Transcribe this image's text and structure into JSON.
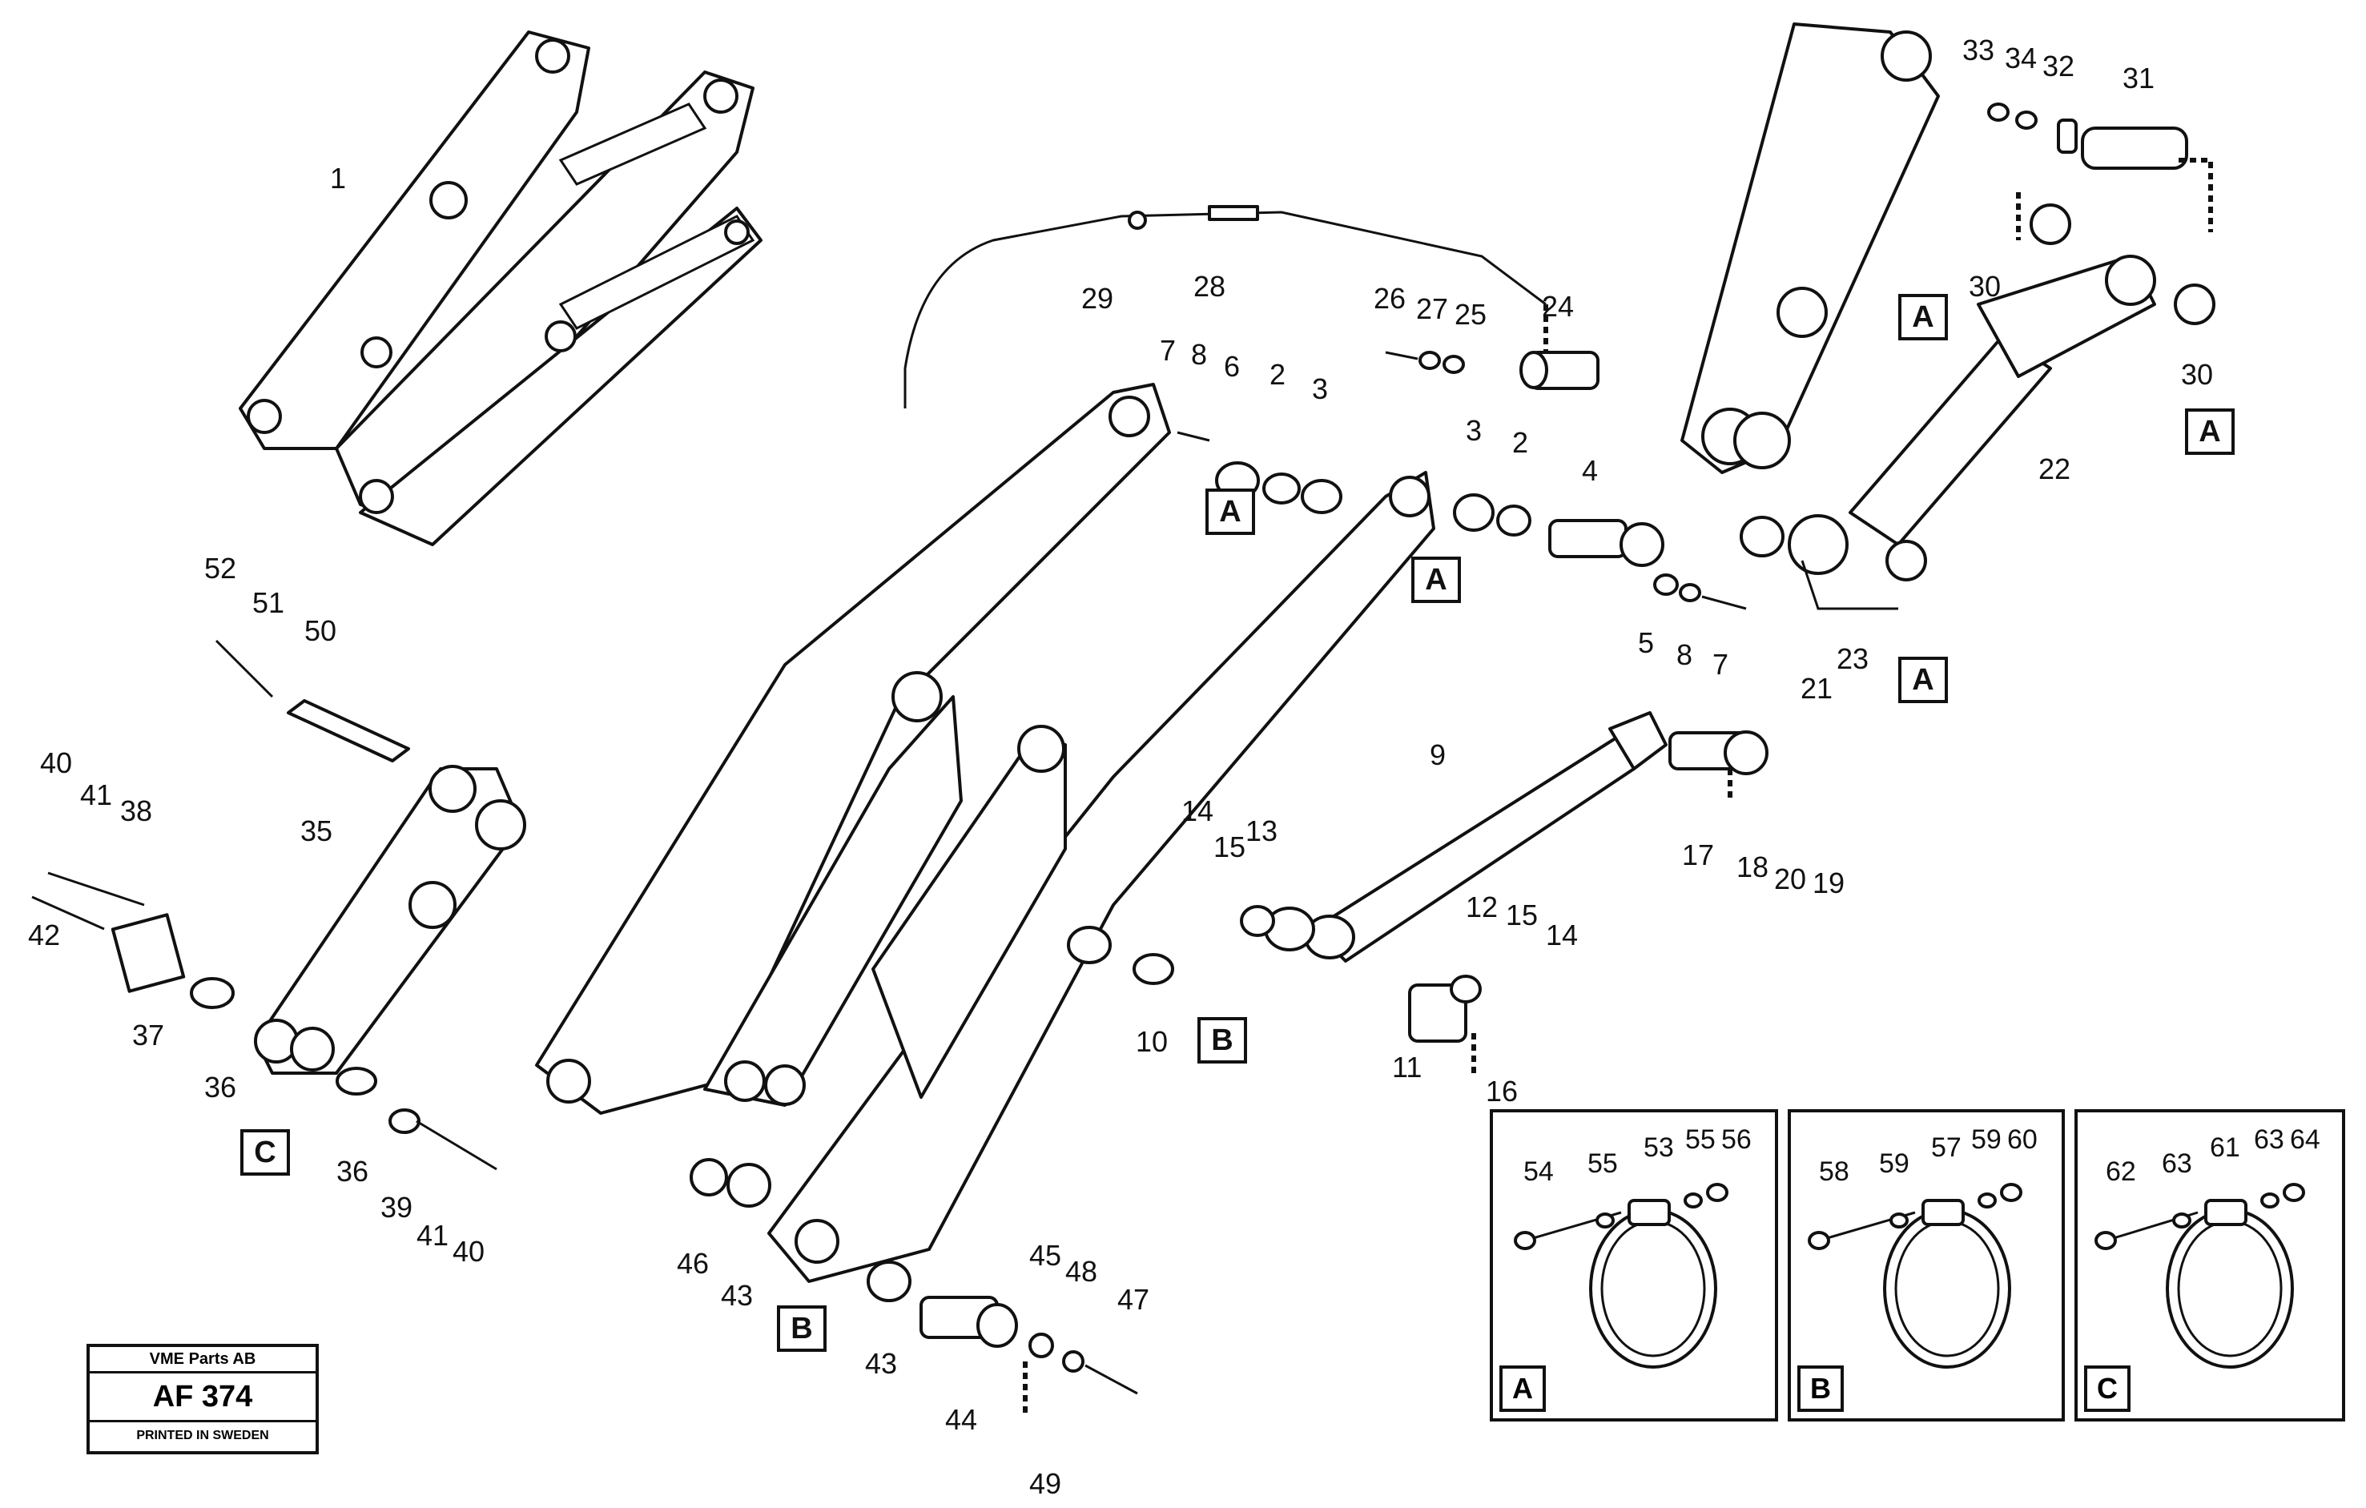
{
  "title_block": {
    "company": "VME Parts AB",
    "code": "AF 374",
    "printed": "PRINTED IN SWEDEN"
  },
  "callouts": [
    {
      "id": "c1",
      "text": "1"
    },
    {
      "id": "c2a",
      "text": "2"
    },
    {
      "id": "c3a",
      "text": "3"
    },
    {
      "id": "c6",
      "text": "6"
    },
    {
      "id": "c8a",
      "text": "8"
    },
    {
      "id": "c7a",
      "text": "7"
    },
    {
      "id": "c3b",
      "text": "3"
    },
    {
      "id": "c2b",
      "text": "2"
    },
    {
      "id": "c4",
      "text": "4"
    },
    {
      "id": "c5",
      "text": "5"
    },
    {
      "id": "c8b",
      "text": "8"
    },
    {
      "id": "c7b",
      "text": "7"
    },
    {
      "id": "c29",
      "text": "29"
    },
    {
      "id": "c28",
      "text": "28"
    },
    {
      "id": "c26",
      "text": "26"
    },
    {
      "id": "c27",
      "text": "27"
    },
    {
      "id": "c25",
      "text": "25"
    },
    {
      "id": "c24",
      "text": "24"
    },
    {
      "id": "c33",
      "text": "33"
    },
    {
      "id": "c34",
      "text": "34"
    },
    {
      "id": "c32",
      "text": "32"
    },
    {
      "id": "c31",
      "text": "31"
    },
    {
      "id": "c30a",
      "text": "30"
    },
    {
      "id": "c30b",
      "text": "30"
    },
    {
      "id": "c22",
      "text": "22"
    },
    {
      "id": "c23",
      "text": "23"
    },
    {
      "id": "c21",
      "text": "21"
    },
    {
      "id": "c9",
      "text": "9"
    },
    {
      "id": "c17",
      "text": "17"
    },
    {
      "id": "c18",
      "text": "18"
    },
    {
      "id": "c20",
      "text": "20"
    },
    {
      "id": "c19",
      "text": "19"
    },
    {
      "id": "c14a",
      "text": "14"
    },
    {
      "id": "c15a",
      "text": "15"
    },
    {
      "id": "c13",
      "text": "13"
    },
    {
      "id": "c12",
      "text": "12"
    },
    {
      "id": "c15b",
      "text": "15"
    },
    {
      "id": "c14b",
      "text": "14"
    },
    {
      "id": "c11",
      "text": "11"
    },
    {
      "id": "c16",
      "text": "16"
    },
    {
      "id": "c10",
      "text": "10"
    },
    {
      "id": "c52",
      "text": "52"
    },
    {
      "id": "c51",
      "text": "51"
    },
    {
      "id": "c50",
      "text": "50"
    },
    {
      "id": "c40a",
      "text": "40"
    },
    {
      "id": "c41a",
      "text": "41"
    },
    {
      "id": "c38",
      "text": "38"
    },
    {
      "id": "c35",
      "text": "35"
    },
    {
      "id": "c42",
      "text": "42"
    },
    {
      "id": "c37",
      "text": "37"
    },
    {
      "id": "c36a",
      "text": "36"
    },
    {
      "id": "c36b",
      "text": "36"
    },
    {
      "id": "c39",
      "text": "39"
    },
    {
      "id": "c41b",
      "text": "41"
    },
    {
      "id": "c40b",
      "text": "40"
    },
    {
      "id": "c46",
      "text": "46"
    },
    {
      "id": "c43a",
      "text": "43"
    },
    {
      "id": "c43b",
      "text": "43"
    },
    {
      "id": "c44",
      "text": "44"
    },
    {
      "id": "c45",
      "text": "45"
    },
    {
      "id": "c48",
      "text": "48"
    },
    {
      "id": "c47",
      "text": "47"
    },
    {
      "id": "c49",
      "text": "49"
    }
  ],
  "section_markers": [
    {
      "id": "mA1",
      "text": "A"
    },
    {
      "id": "mA2",
      "text": "A"
    },
    {
      "id": "mA3",
      "text": "A"
    },
    {
      "id": "mA4",
      "text": "A"
    },
    {
      "id": "mA5",
      "text": "A"
    },
    {
      "id": "mB1",
      "text": "B"
    },
    {
      "id": "mB2",
      "text": "B"
    },
    {
      "id": "mC1",
      "text": "C"
    }
  ],
  "detail_panels": [
    {
      "letter": "A",
      "labels": [
        "54",
        "55",
        "53",
        "55",
        "56"
      ]
    },
    {
      "letter": "B",
      "labels": [
        "58",
        "59",
        "57",
        "59",
        "60"
      ]
    },
    {
      "letter": "C",
      "labels": [
        "62",
        "63",
        "61",
        "63",
        "64"
      ]
    }
  ]
}
